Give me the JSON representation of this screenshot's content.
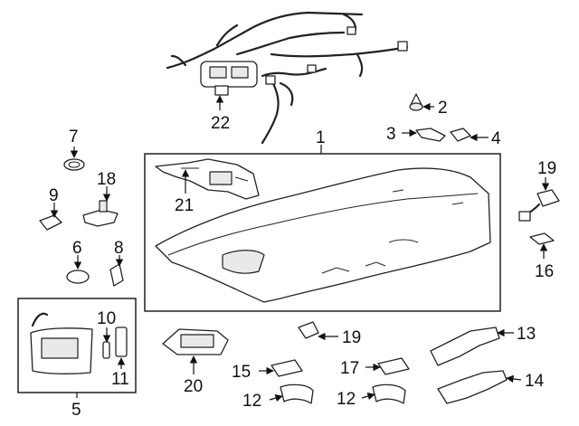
{
  "callouts": {
    "c1": "1",
    "c2": "2",
    "c3": "3",
    "c4": "4",
    "c5": "5",
    "c6": "6",
    "c7": "7",
    "c8": "8",
    "c9": "9",
    "c10": "10",
    "c11": "11",
    "c12a": "12",
    "c12b": "12",
    "c13": "13",
    "c14": "14",
    "c15": "15",
    "c16": "16",
    "c17": "17",
    "c18": "18",
    "c19a": "19",
    "c19b": "19",
    "c20": "20",
    "c21": "21",
    "c22": "22"
  }
}
